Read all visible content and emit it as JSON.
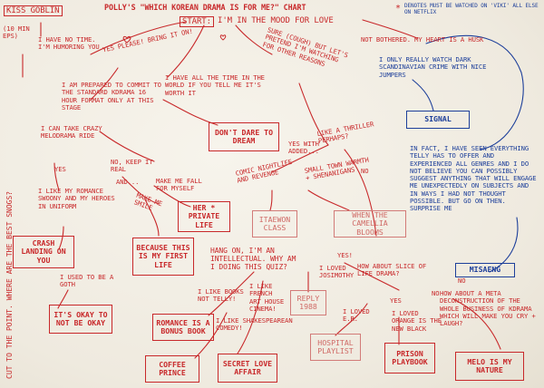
{
  "header": {
    "title": "POLLY'S \"WHICH KOREAN DRAMA IS FOR ME?\" CHART",
    "start_label": "START:",
    "start_text": "I'M IN THE MOOD FOR LOVE",
    "legend_symbol": "*",
    "legend_text": "DENOTES MUST BE WATCHED ON 'VIKI' ALL ELSE ON NETFLIX"
  },
  "side_labels": {
    "left_vertical": "CUT TO THE POINT. WHERE ARE THE BEST SNOGS?",
    "kiss_goblin": "KISS GOBLIN",
    "ten_min_eps": "(10 MIN EPS)"
  },
  "colors": {
    "red": "#c8282a",
    "blue": "#1d3f9a",
    "paper": "#f3efe4"
  },
  "notes": {
    "no_time": "I HAVE NO TIME. I'M HUMORING YOU",
    "yes_please": "YES PLEASE! BRING IT ON!",
    "sure_cough": "SURE (COUGH) BUT LET'S PRETEND I'M WATCHING FOR OTHER REASONS",
    "not_bothered": "NOT BOTHERED. MY HEART IS A HUSK",
    "only_really": "I ONLY REALLY WATCH DARK SCANDINAVIAN CRIME WITH NICE JUMPERS",
    "prepared": "I AM PREPARED TO COMMIT TO THE STANDARD KDRAMA 16 HOUR FORMAT ONLY AT THIS STAGE",
    "all_time": "I HAVE ALL THE TIME IN THE WORLD IF YOU TELL ME IT'S WORTH IT",
    "thriller": "LIKE A THRILLER PERHAPS?",
    "yes_with_added": "YES WITH ADDED...",
    "no": "NO",
    "melodrama": "I CAN TAKE CRAZY MELODRAMA RIDE",
    "keep_real": "NO, KEEP IT REAL",
    "and": "AND...",
    "make_fall": "MAKE ME FALL FOR MYSELF",
    "make_smile": "MAKE ME SMILE",
    "yes": "YES",
    "romance_swoony": "I LIKE MY ROMANCE SWOONY AND MY HEROES IN UNIFORM",
    "comic": "COMIC NIGHTLIFE AND REVENGE",
    "small_town": "SMALL TOWN WARMTH + SHENANIGANS",
    "in_fact": "IN FACT, I HAVE SEEN EVERYTHING TELLY HAS TO OFFER AND EXPERIENCED ALL GENRES AND I DO NOT BELIEVE YOU CAN POSSIBLY SUGGEST ANYTHING THAT WILL ENGAGE ME UNEXPECTEDLY ON SUBJECTS AND IN WAYS I HAD NOT THOUGHT POSSIBLE. BUT GO ON THEN. SURPRISE ME",
    "goth": "I USED TO BE A GOTH",
    "hang_on": "HANG ON, I'M AN INTELLECTUAL. WHY AM I DOING THIS QUIZ?",
    "loved_jos": "I LOVED JOSIMOTHY",
    "how_about": "HOW ABOUT SLICE OF LIFE DRAMA?",
    "yes2": "YES!",
    "yes3": "YES",
    "no2": "NO",
    "like_books": "I LIKE BOOKS NOT TELLY!",
    "like_french": "I LIKE FRENCH ART HOUSE CINEMA!",
    "like_shakes": "I LIKE SHAKESPEAREAN COMEDY!",
    "loved_er": "I LOVED E.R.",
    "loved_orange": "I LOVED ORANGE IS THE NEW BLACK",
    "meta": "HOW ABOUT A META DECONSTRUCTION OF THE WHOLE BUSINESS OF KDRAMA WHICH WILL MAKE YOU CRY + LAUGH?",
    "no3": "NO"
  },
  "boxes": {
    "dont_dare": "DON'T DARE TO DREAM",
    "signal": "SIGNAL",
    "private_life": "HER * PRIVATE LIFE",
    "itaewon": "ITAEWON CLASS",
    "camellia": "WHEN THE CAMELLIA BLOOMS",
    "crash": "CRASH LANDING ON YOU",
    "because": "BECAUSE THIS IS MY FIRST LIFE",
    "misaeng": "MISAENG",
    "okay": "IT'S OKAY TO NOT BE OKAY",
    "reply": "REPLY 1988",
    "romance_bonus": "ROMANCE IS A BONUS BOOK",
    "hospital": "HOSPITAL PLAYLIST",
    "prison": "PRISON PLAYBOOK",
    "melo": "MELO IS MY NATURE",
    "coffee": "COFFEE PRINCE",
    "secret": "SECRET LOVE AFFAIR"
  }
}
